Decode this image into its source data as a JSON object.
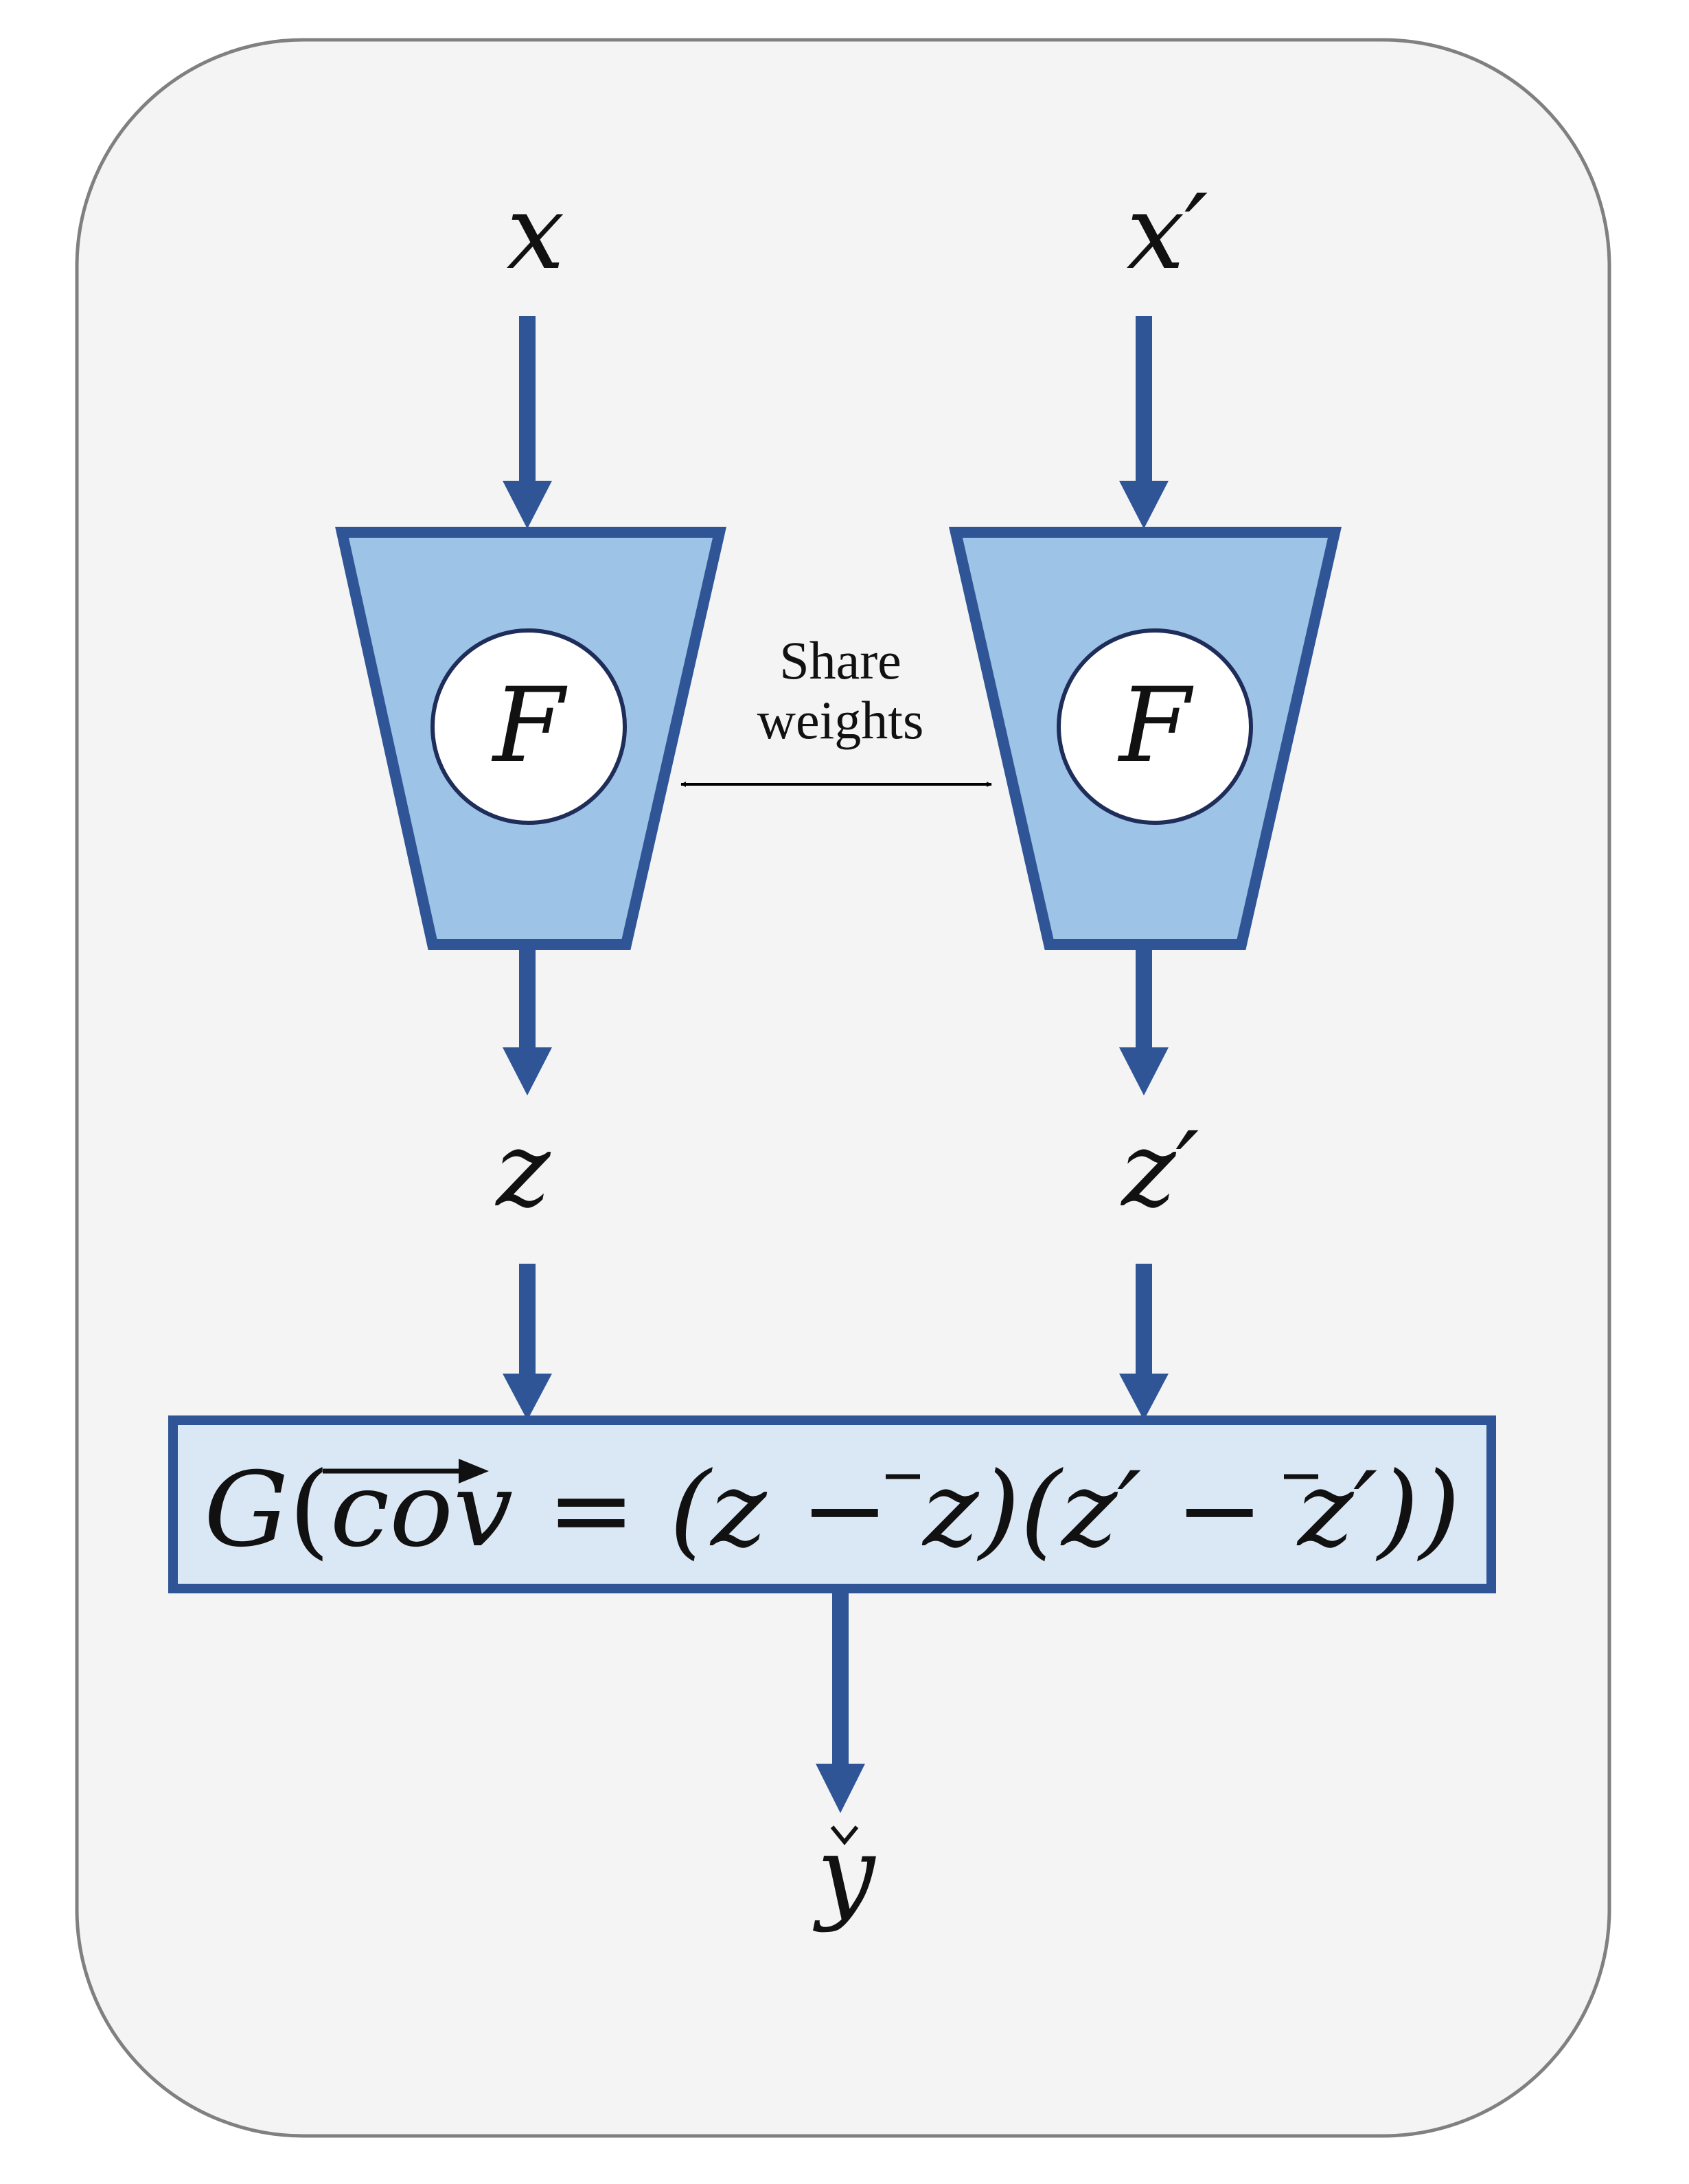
{
  "inputs": {
    "left": "x",
    "right": "x′"
  },
  "encoders": {
    "left_label": "F",
    "right_label": "F"
  },
  "share_weights": {
    "line1": "Share",
    "line2": "weights"
  },
  "embeddings": {
    "left": "z",
    "right": "z′"
  },
  "head": {
    "g": "G",
    "open_paren": "(",
    "cov": "cov",
    "equals_open": " = (z − ",
    "zbar": "z",
    "mid": ")(z′ − ",
    "zbar2": "z",
    "tail": "′))"
  },
  "output": {
    "label": "y"
  },
  "colors": {
    "panel_fill": "#f4f4f4",
    "panel_stroke": "#808080",
    "arrow_blue": "#2f5597",
    "encoder_fill": "#9dc3e6",
    "encoder_stroke": "#2f5597",
    "circle_stroke": "#1f2d5a",
    "head_fill": "#dae8f5",
    "head_stroke": "#2f5597"
  }
}
